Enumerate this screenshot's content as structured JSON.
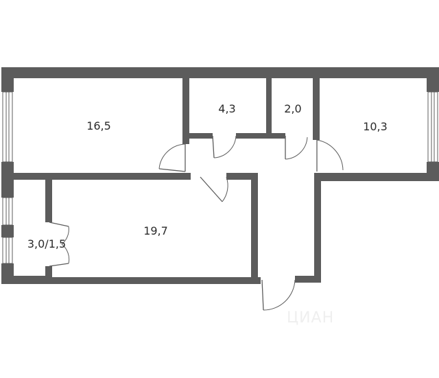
{
  "rooms": [
    {
      "id": "room-1",
      "area": "16,5"
    },
    {
      "id": "room-2",
      "area": "4,3"
    },
    {
      "id": "room-3",
      "area": "2,0"
    },
    {
      "id": "room-4",
      "area": "10,3"
    },
    {
      "id": "room-5",
      "area": "19,7"
    },
    {
      "id": "room-6",
      "area": "3,0/1,5"
    }
  ],
  "watermark": "ЦИАН",
  "colors": {
    "wall": "#5c5c5c",
    "text": "#2b2b2b",
    "background": "#ffffff"
  }
}
